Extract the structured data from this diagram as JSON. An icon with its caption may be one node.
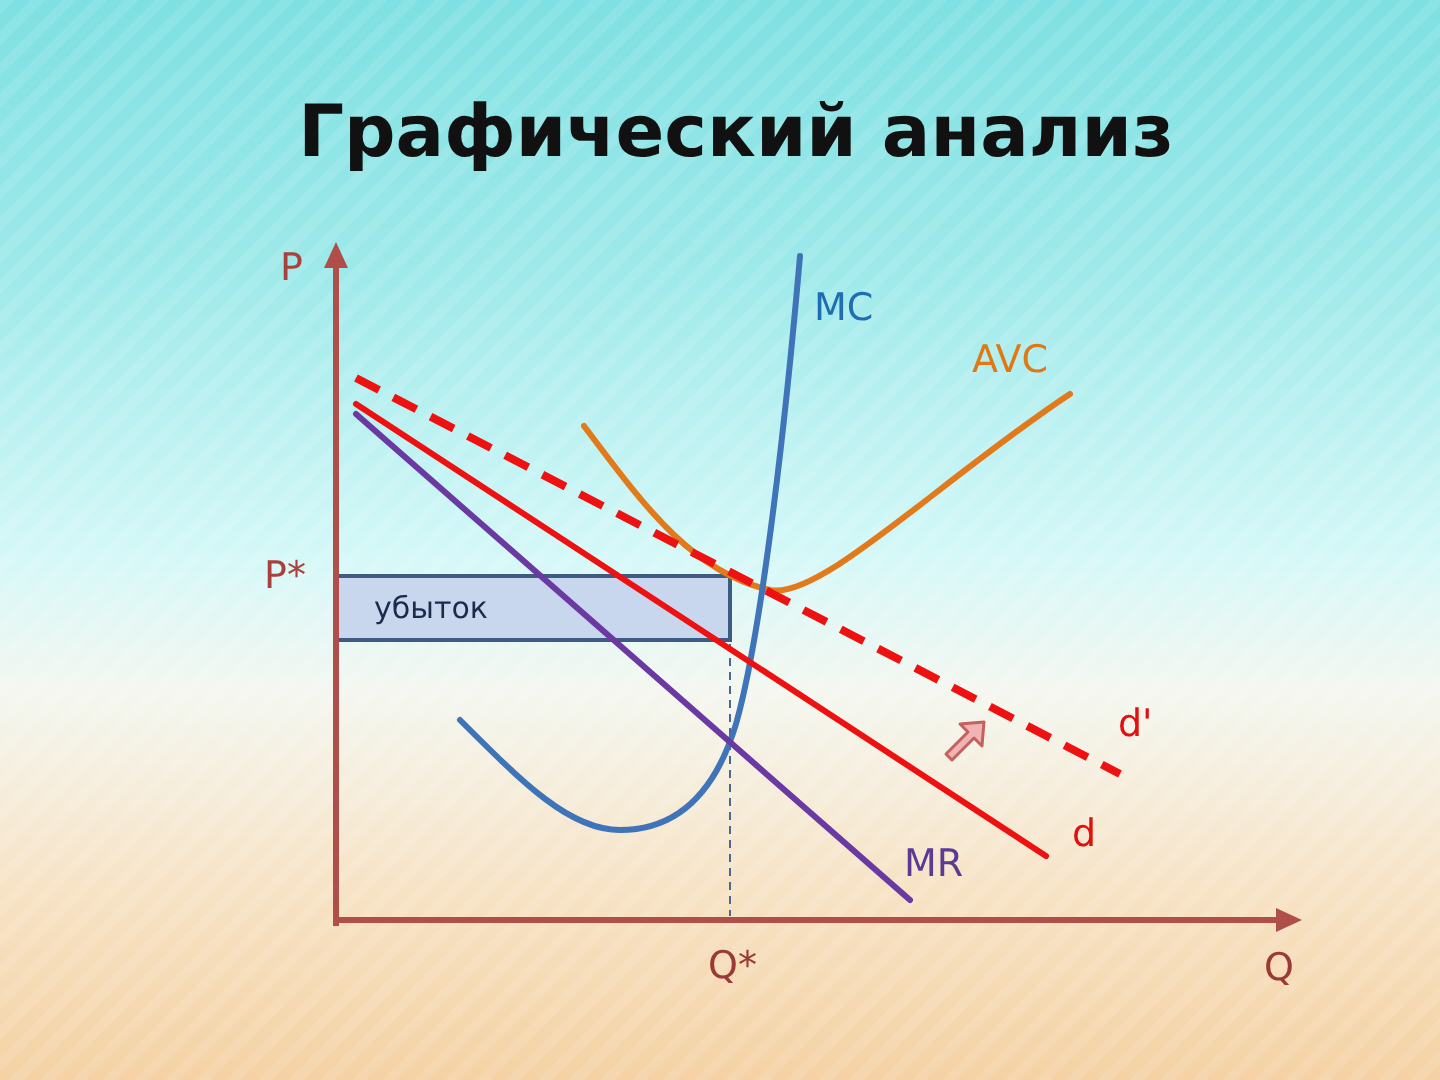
{
  "diagram": {
    "title": "Графический анализ",
    "nodes": [
      {
        "text": [
          "убыток"
        ]
      }
    ],
    "labels": [
      "P",
      "MC",
      "AVC",
      "P*",
      "d'",
      "MR",
      "d",
      "Q*",
      "Q"
    ]
  }
}
